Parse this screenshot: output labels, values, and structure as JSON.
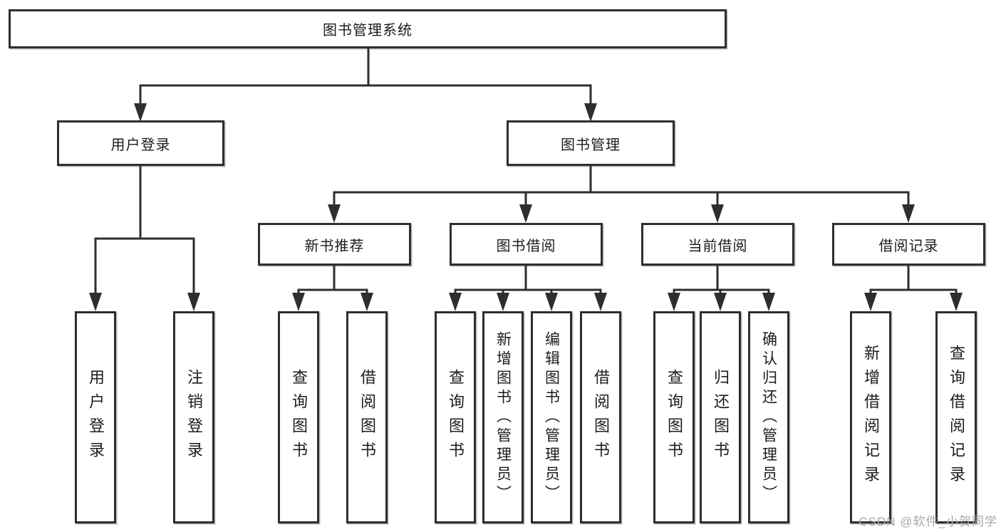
{
  "colors": {
    "line": "#2e2e2e",
    "box_border": "#2e2e2e",
    "text": "#1c1c1c",
    "background": "#ffffff",
    "watermark_text": "#a8a8a8"
  },
  "watermark": "CSDN @软件_小贺同学",
  "tree": {
    "label": "图书管理系统",
    "children": [
      {
        "label": "用户登录",
        "children": [
          {
            "label": "用户登录"
          },
          {
            "label": "注销登录"
          }
        ]
      },
      {
        "label": "图书管理",
        "children": [
          {
            "label": "新书推荐",
            "children": [
              {
                "label": "查询图书"
              },
              {
                "label": "借阅图书"
              }
            ]
          },
          {
            "label": "图书借阅",
            "children": [
              {
                "label": "查询图书"
              },
              {
                "label": "新增图书（管理员）"
              },
              {
                "label": "编辑图书（管理员）"
              },
              {
                "label": "借阅图书"
              }
            ]
          },
          {
            "label": "当前借阅",
            "children": [
              {
                "label": "查询图书"
              },
              {
                "label": "归还图书"
              },
              {
                "label": "确认归还（管理员）"
              }
            ]
          },
          {
            "label": "借阅记录",
            "children": [
              {
                "label": "新增借阅记录"
              },
              {
                "label": "查询借阅记录"
              }
            ]
          }
        ]
      }
    ]
  }
}
